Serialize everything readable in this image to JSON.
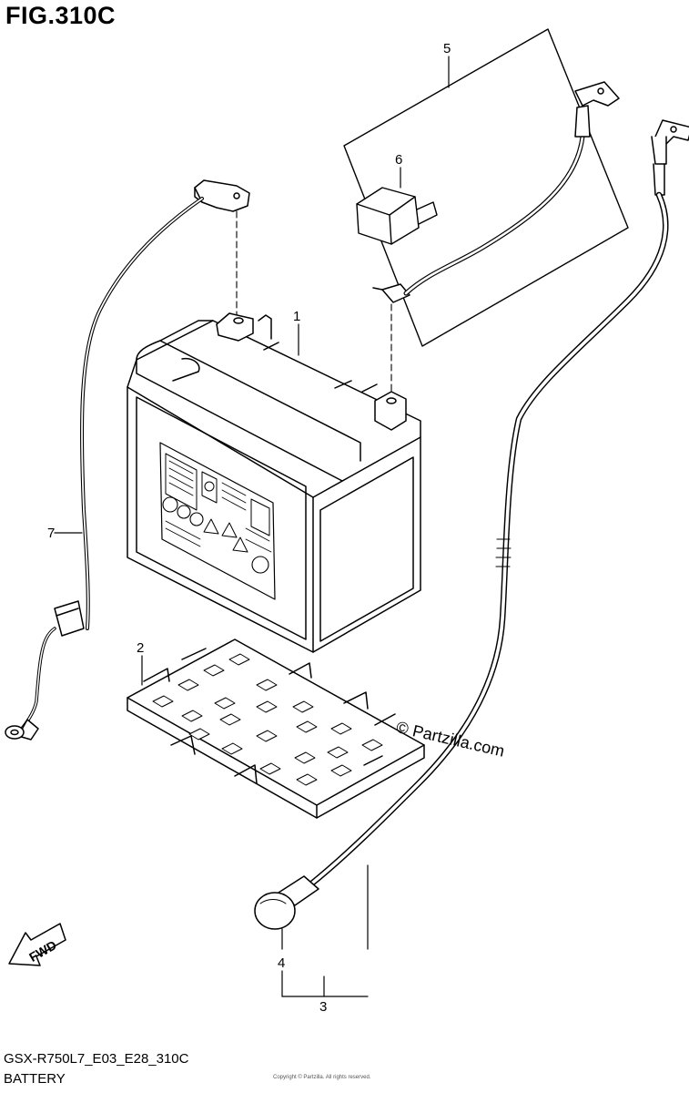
{
  "figure": {
    "title": "FIG.310C",
    "code": "GSX-R750L7_E03_E28_310C",
    "caption": "BATTERY",
    "watermark": "© Partzilla.com",
    "fine_print": "Copyright © Partzilla. All rights reserved.",
    "fwd_label": "FWD"
  },
  "callouts": [
    {
      "id": "1",
      "part": "battery"
    },
    {
      "id": "2",
      "part": "battery-tray"
    },
    {
      "id": "3",
      "part": "negative-cable-assembly"
    },
    {
      "id": "4",
      "part": "terminal-cap"
    },
    {
      "id": "5",
      "part": "positive-cable-kit"
    },
    {
      "id": "6",
      "part": "terminal-cover"
    },
    {
      "id": "7",
      "part": "ground-harness"
    }
  ],
  "colors": {
    "ink": "#000000",
    "background": "#ffffff",
    "shade": "#f2f2f2"
  }
}
